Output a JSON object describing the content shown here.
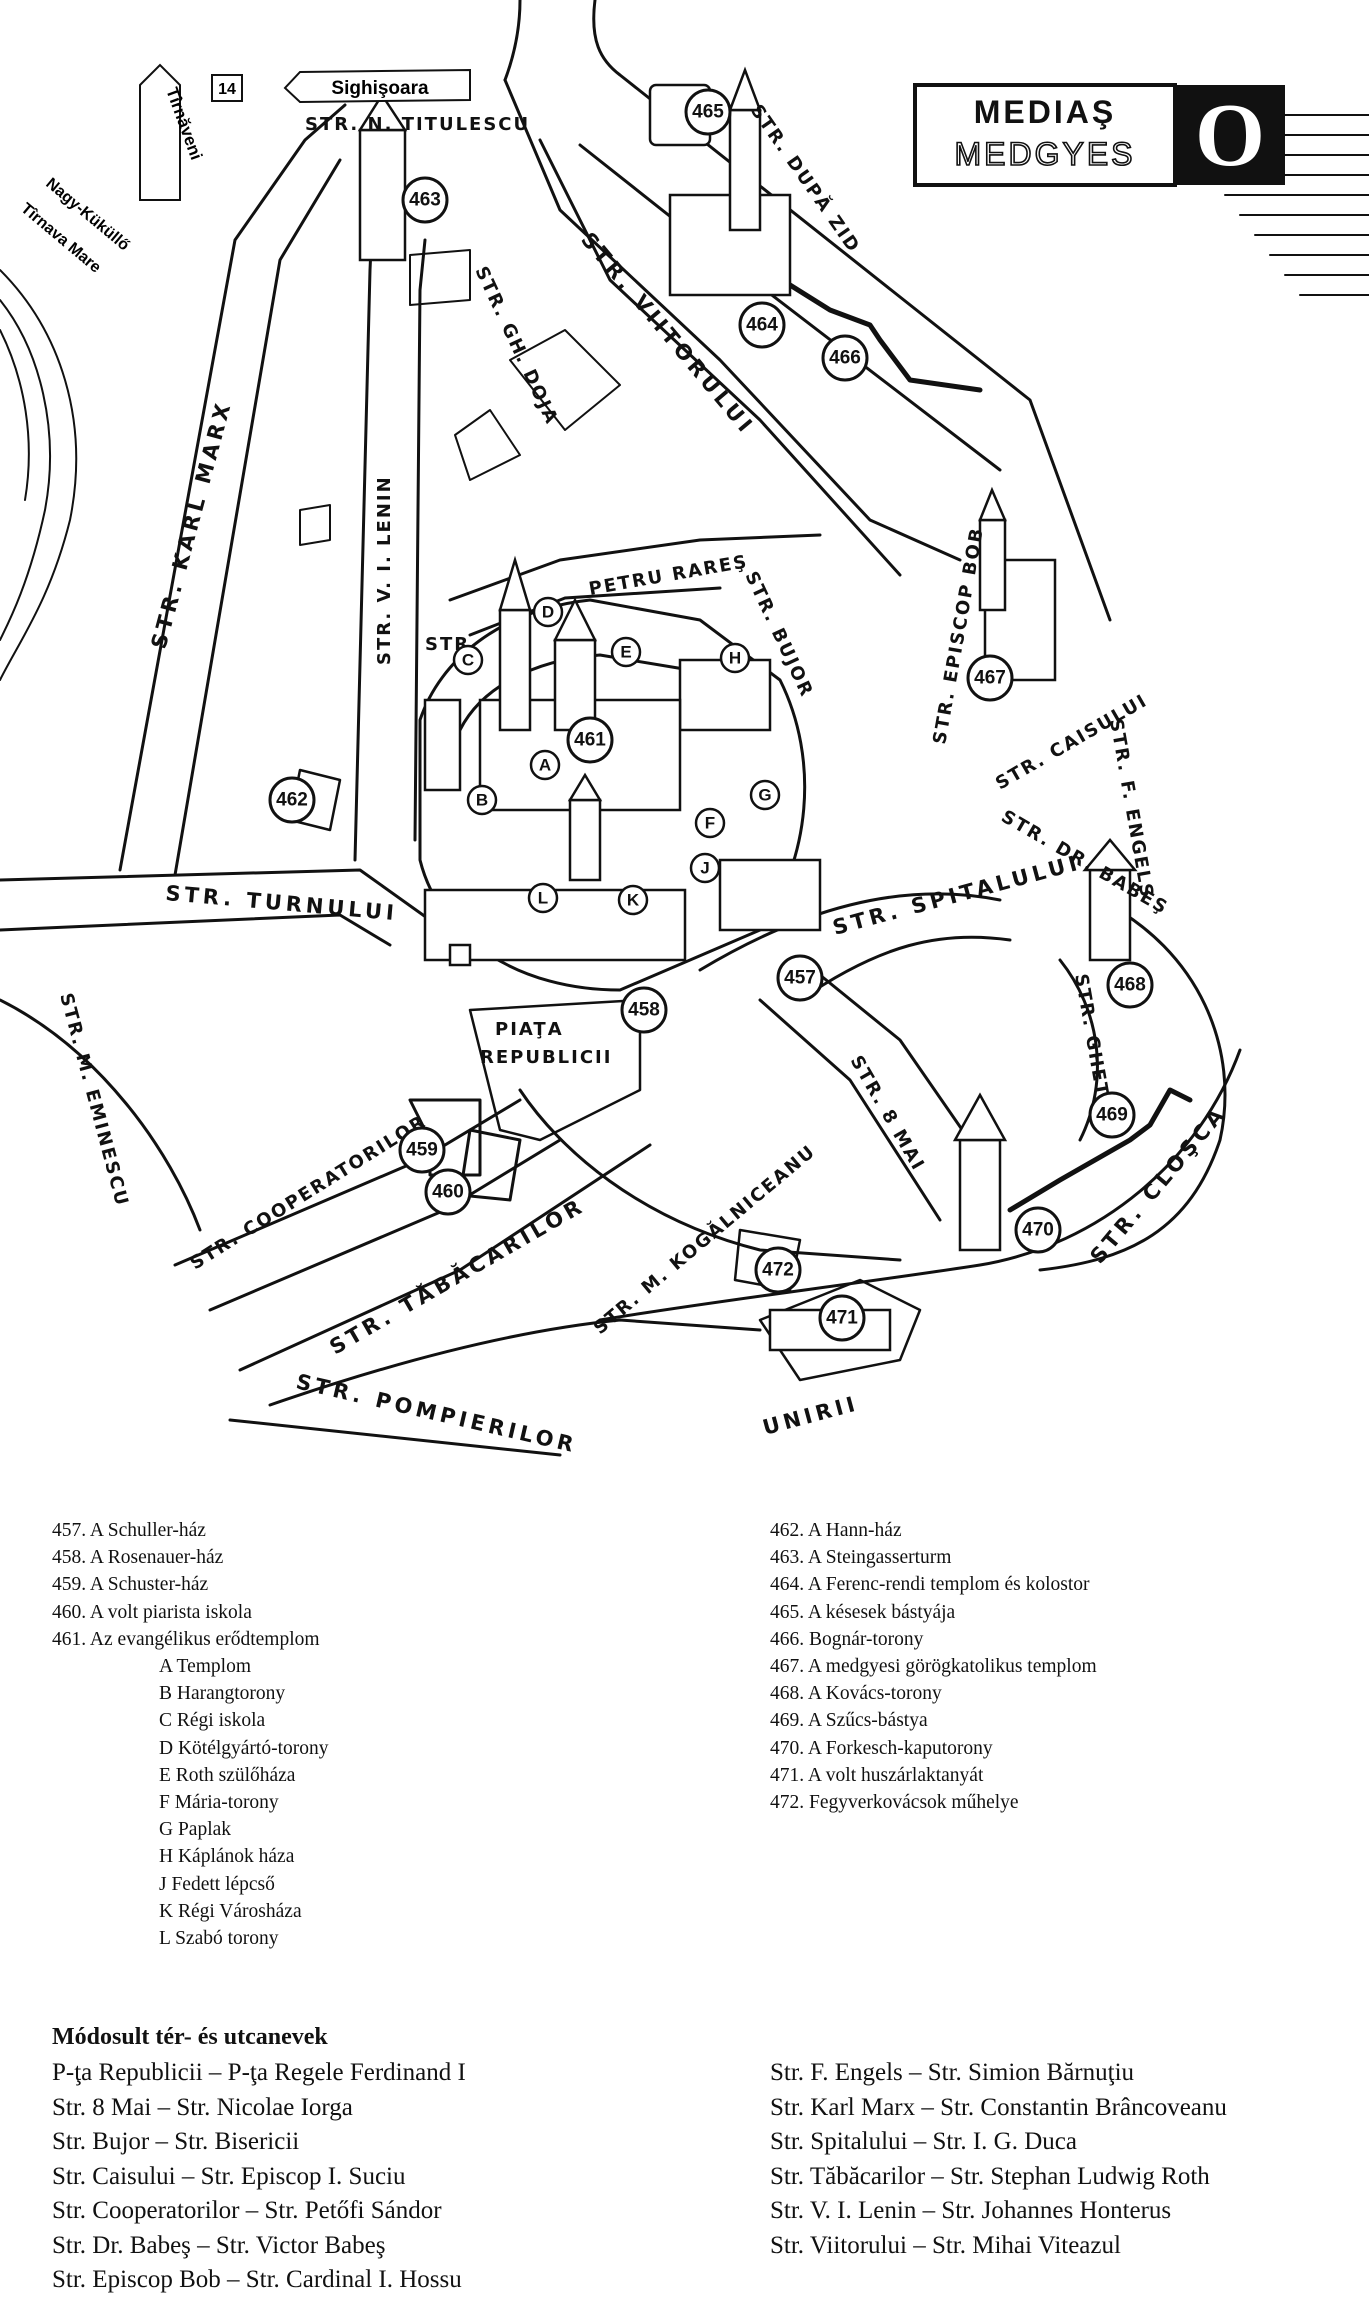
{
  "map": {
    "title": {
      "line1": "MEDIAŞ",
      "line2": "MEDGYES",
      "badge": "O"
    },
    "signs": {
      "route": "14",
      "tirnaveni": "Tîrnăveni",
      "sighisoara": "Sighişoara"
    },
    "river": {
      "hu": "Nagy-Küküllő",
      "ro": "Tîrnava Mare"
    },
    "streets": {
      "titulescu": "STR. N. TITULESCU",
      "karl_marx": "STR. KARL MARX",
      "lenin": "STR. V. I. LENIN",
      "doja": "STR. GH. DOJA",
      "viitorului": "STR. VIITORULUI",
      "dupa_zid": "STR. DUPĂ ZID",
      "petru_rares": "PETRU RAREŞ",
      "str_short": "STR.",
      "bujor": "STR. BUJOR",
      "episcop_bob": "STR. EPISCOP BOB",
      "caisului": "STR. CAISULUI",
      "dr_babes": "STR. DR. BABEŞ",
      "engels": "STR. F. ENGELS",
      "turnului": "STR. TURNULUI",
      "spitalului": "STR. SPITALULUI",
      "eminescu": "STR. M. EMINESCU",
      "piata1": "PIAŢA",
      "piata2": "REPUBLICII",
      "cooperatorilor": "STR. COOPERATORILOR",
      "tabacarilor": "STR. TĂBĂCARILOR",
      "kogalniceanu": "STR. M. KOGĂLNICEANU",
      "opt_mai": "STR. 8 MAI",
      "ghetii": "STR. GHETII",
      "closca": "STR. CLOŞCA",
      "pompierilor": "STR. POMPIERILOR",
      "unirii": "UNIRII"
    },
    "markers": [
      "457",
      "458",
      "459",
      "460",
      "461",
      "462",
      "463",
      "464",
      "465",
      "466",
      "467",
      "468",
      "469",
      "470",
      "471",
      "472"
    ],
    "letters": [
      "A",
      "B",
      "C",
      "D",
      "E",
      "F",
      "G",
      "H",
      "J",
      "K",
      "L"
    ]
  },
  "legend": {
    "left": [
      "457. A Schuller-ház",
      "458. A Rosenauer-ház",
      "459. A Schuster-ház",
      "460. A volt piarista iskola",
      "461. Az evangélikus erődtemplom"
    ],
    "sub": [
      "A Templom",
      "B Harangtorony",
      "C Régi iskola",
      "D Kötélgyártó-torony",
      "E Roth szülőháza",
      "F Mária-torony",
      "G Paplak",
      "H Káplánok háza",
      "J Fedett lépcső",
      "K Régi Városháza",
      "L Szabó torony"
    ],
    "right": [
      "462. A Hann-ház",
      "463. A Steingasserturm",
      "464. A Ferenc-rendi templom és kolostor",
      "465. A késesek bástyája",
      "466. Bognár-torony",
      "467. A medgyesi görögkatolikus templom",
      "468. A Kovács-torony",
      "469. A Szűcs-bástya",
      "470. A Forkesch-kaputorony",
      "471. A volt huszárlaktanyát",
      "472. Fegyverkovácsok műhelye"
    ]
  },
  "renamed": {
    "title": "Módosult tér- és utcanevek",
    "left": [
      "P-ţa Republicii – P-ţa Regele Ferdinand I",
      "Str. 8 Mai – Str. Nicolae Iorga",
      "Str. Bujor – Str. Bisericii",
      "Str. Caisului – Str. Episcop I. Suciu",
      "Str. Cooperatorilor – Str. Petőfi Sándor",
      "Str. Dr. Babeş – Str. Victor Babeş",
      "Str. Episcop Bob – Str. Cardinal I. Hossu"
    ],
    "right": [
      "Str. F. Engels – Str. Simion Bărnuţiu",
      "Str. Karl Marx – Str. Constantin Brâncoveanu",
      "Str. Spitalului – Str. I. G. Duca",
      "Str. Tăbăcarilor – Str. Stephan Ludwig Roth",
      "Str. V. I. Lenin – Str. Johannes Honterus",
      "Str. Viitorului – Str. Mihai Viteazul"
    ]
  }
}
